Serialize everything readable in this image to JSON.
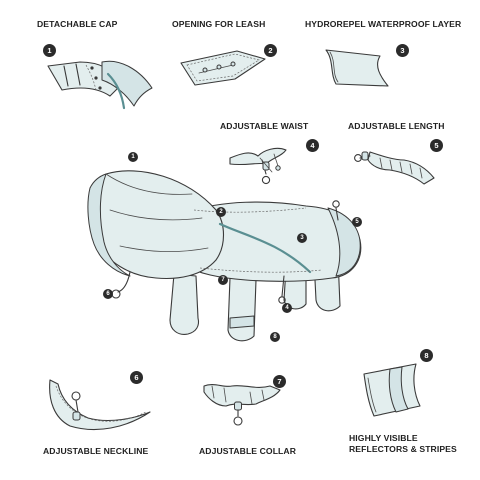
{
  "features": [
    {
      "number": "1",
      "label": "DETACHABLE CAP"
    },
    {
      "number": "2",
      "label": "OPENING FOR LEASH"
    },
    {
      "number": "3",
      "label": "HYDROREPEL WATERPROOF LAYER"
    },
    {
      "number": "4",
      "label": "ADJUSTABLE WAIST"
    },
    {
      "number": "5",
      "label": "ADJUSTABLE LENGTH"
    },
    {
      "number": "6",
      "label": "ADJUSTABLE NECKLINE"
    },
    {
      "number": "7",
      "label": "ADJUSTABLE COLLAR"
    },
    {
      "number": "8",
      "label": "HIGHLY VISIBLE",
      "label_line2": "REFLECTORS & STRIPES"
    }
  ],
  "icons": {
    "cap": "detachable-cap-icon",
    "leash": "leash-opening-icon",
    "layer": "waterproof-layer-icon",
    "waist": "adjustable-waist-icon",
    "length": "adjustable-length-icon",
    "neckline": "adjustable-neckline-icon",
    "collar": "adjustable-collar-icon",
    "reflector": "reflector-stripes-icon",
    "main": "dog-raincoat-illustration"
  },
  "colors": {
    "accent": "#5a8f92",
    "fabric": "#e3eeee",
    "badge": "#2b2b2b"
  }
}
